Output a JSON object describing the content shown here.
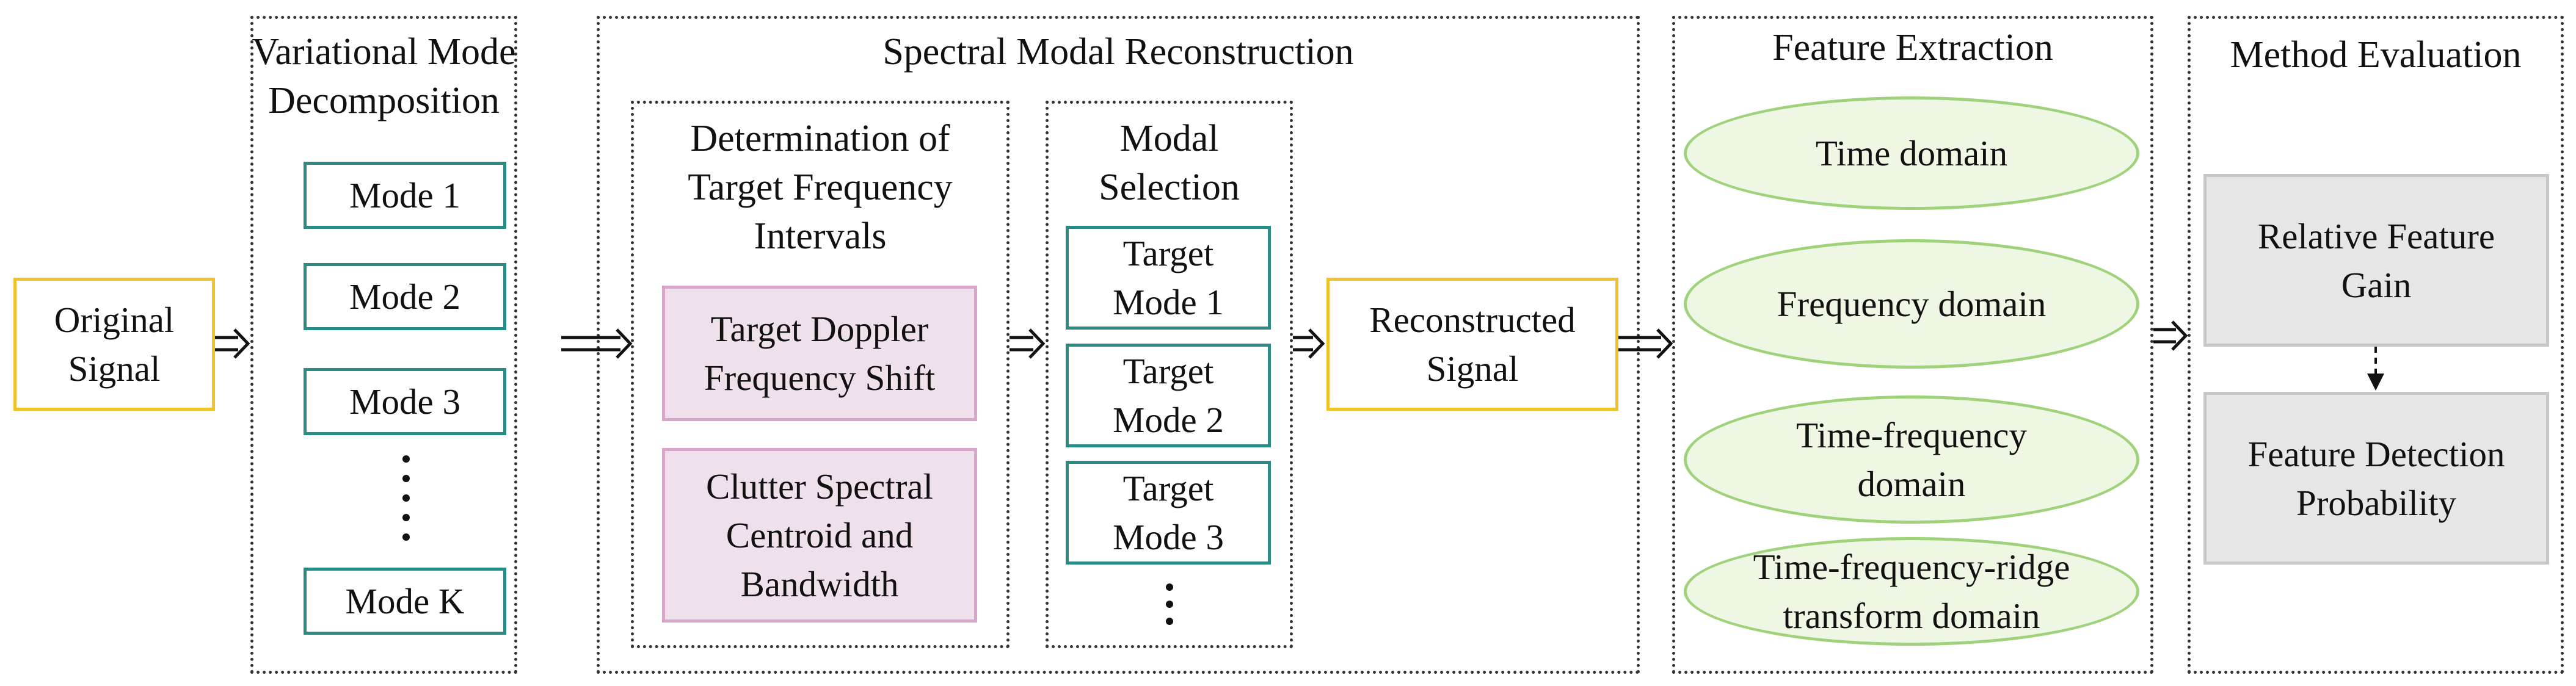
{
  "original_signal": {
    "line1": "Original",
    "line2": "Signal"
  },
  "vmd": {
    "title_line1": "Variational Mode",
    "title_line2": "Decomposition",
    "modes": [
      "Mode 1",
      "Mode 2",
      "Mode 3",
      "Mode K"
    ],
    "ellipsis": "⋮"
  },
  "smr": {
    "title": "Spectral Modal Reconstruction",
    "target_freq": {
      "title_lines": [
        "Determination of",
        "Target Frequency",
        "Intervals"
      ],
      "box1_lines": [
        "Target Doppler",
        "Frequency Shift"
      ],
      "box2_lines": [
        "Clutter Spectral",
        "Centroid and",
        "Bandwidth"
      ]
    },
    "modal_selection": {
      "title_lines": [
        "Modal",
        "Selection"
      ],
      "targets": [
        {
          "line1": "Target",
          "line2": "Mode 1"
        },
        {
          "line1": "Target",
          "line2": "Mode 2"
        },
        {
          "line1": "Target",
          "line2": "Mode 3"
        }
      ],
      "ellipsis": "⋮"
    },
    "reconstructed": {
      "line1": "Reconstructed",
      "line2": "Signal"
    }
  },
  "feature_extraction": {
    "title": "Feature Extraction",
    "domains": [
      {
        "line1": "Time domain",
        "line2": ""
      },
      {
        "line1": "Frequency domain",
        "line2": ""
      },
      {
        "line1": "Time-frequency",
        "line2": "domain"
      },
      {
        "line1": "Time-frequency-ridge",
        "line2": "transform domain"
      }
    ]
  },
  "method_evaluation": {
    "title": "Method Evaluation",
    "box1": {
      "line1": "Relative Feature",
      "line2": "Gain"
    },
    "box2": {
      "line1": "Feature Detection",
      "line2": "Probability"
    }
  },
  "colors": {
    "teal": "#2e8b84",
    "gold": "#f2c12e",
    "pink_border": "#d7a6c9",
    "pink_fill": "#efe1ec",
    "green_border": "#9fd27a",
    "green_fill": "#eef7e4",
    "gray_border": "#c8c8c8",
    "gray_fill": "#e6e6e6"
  }
}
